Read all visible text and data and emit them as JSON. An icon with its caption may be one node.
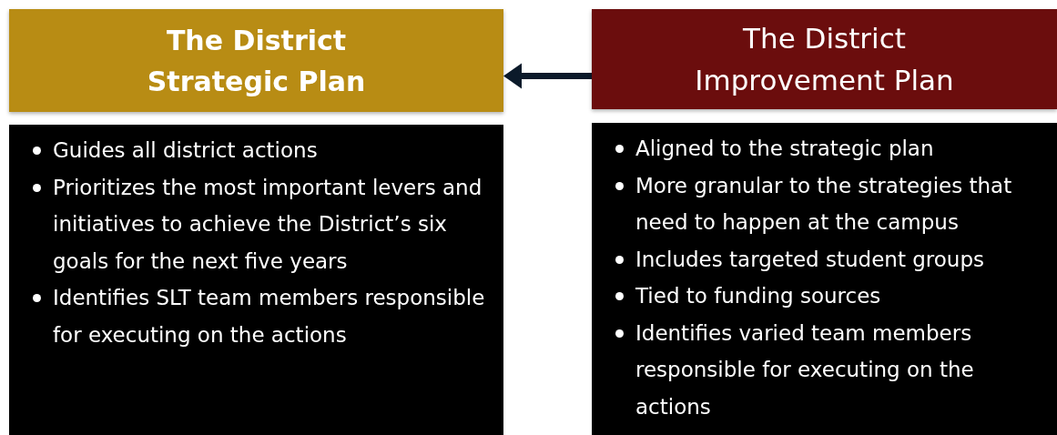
{
  "diagram": {
    "nodes": [
      {
        "text": [
          "The District Strategic Plan"
        ]
      },
      {
        "text": [
          "Guides all district actions",
          "Prioritizes the most important levers and initiatives to achieve the District’s six goals for the next five years",
          "Identifies SLT team members responsible for executing on the actions"
        ]
      },
      {
        "text": [
          "The District Improvement Plan"
        ]
      },
      {
        "text": [
          "Aligned to the strategic plan",
          "More granular to the strategies that need to happen at the campus",
          "Includes targeted student groups",
          "Tied to funding sources",
          "Identifies varied team members responsible for executing on the actions"
        ]
      }
    ],
    "edges": [
      {
        "from": 2,
        "to": 0,
        "arrow": "to"
      }
    ]
  }
}
